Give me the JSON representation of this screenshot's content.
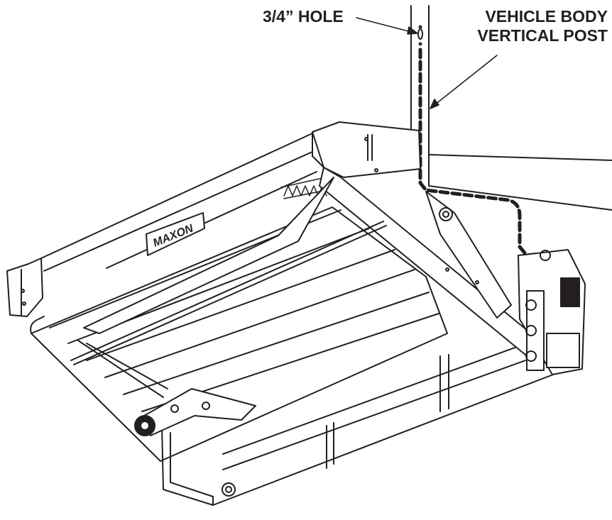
{
  "callouts": {
    "hole": "3/4” HOLE",
    "post_line1": "VEHICLE BODY",
    "post_line2": "VERTICAL POST"
  },
  "brand_plate": "MAXON",
  "colors": {
    "ink": "#231f20",
    "paper": "#ffffff",
    "shade": "#e6e6e6"
  }
}
